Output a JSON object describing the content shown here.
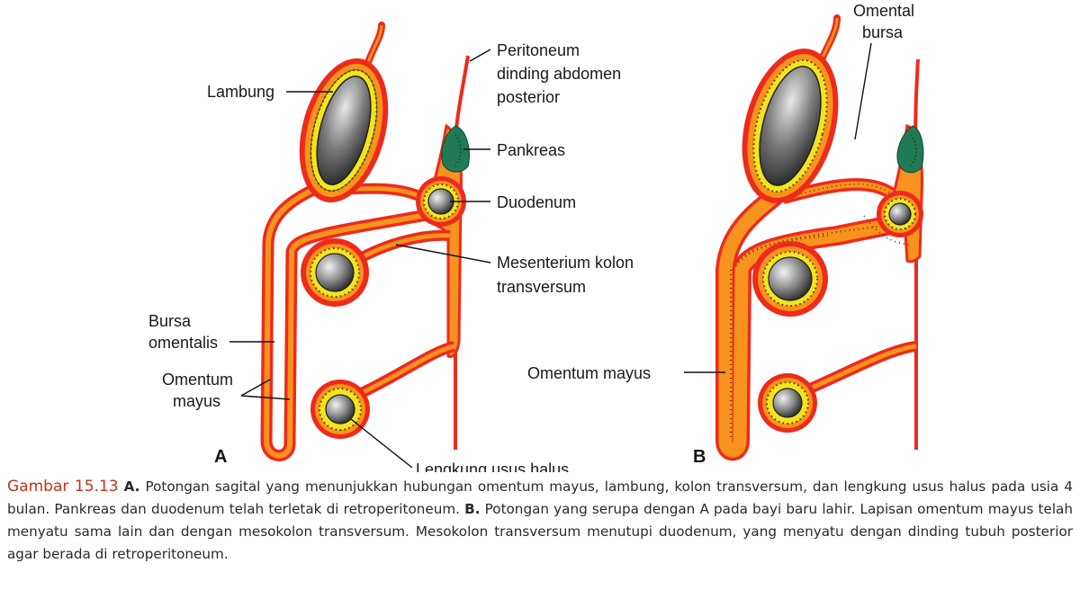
{
  "colors": {
    "membrane": "#ee2a1c",
    "fill": "#f7931e",
    "organ_ring": "#f2e51e",
    "pancreas": "#1f7a55"
  },
  "panel_a": {
    "letter": "A",
    "labels": {
      "lambung": "Lambung",
      "peritoneum_1": "Peritoneum",
      "peritoneum_2": "dinding abdomen",
      "peritoneum_3": "posterior",
      "pankreas": "Pankreas",
      "duodenum": "Duodenum",
      "mesenterium_1": "Mesenterium kolon",
      "mesenterium_2": "transversum",
      "bursa_1": "Bursa",
      "bursa_2": "omentalis",
      "omentum_1": "Omentum",
      "omentum_2": "mayus",
      "lengkung": "Lengkung usus halus"
    }
  },
  "panel_b": {
    "letter": "B",
    "labels": {
      "omental_1": "Omental",
      "omental_2": "bursa",
      "omentum_mayus": "Omentum mayus"
    }
  },
  "caption": {
    "label": "Gambar 15.13",
    "a_marker": "A.",
    "a_text": " Potongan sagital yang menunjukkan hubungan omentum mayus, lambung, kolon transversum, dan lengkung usus halus pada usia 4 bulan. Pankreas dan duodenum telah terletak di retroperitoneum. ",
    "b_marker": "B.",
    "b_text": " Potongan yang serupa dengan A pada bayi baru lahir. Lapisan omentum mayus telah menyatu sama lain dan dengan mesokolon transversum. Mesokolon transversum menutupi duodenum, yang menyatu dengan dinding tubuh posterior agar berada di retroperitoneum."
  }
}
